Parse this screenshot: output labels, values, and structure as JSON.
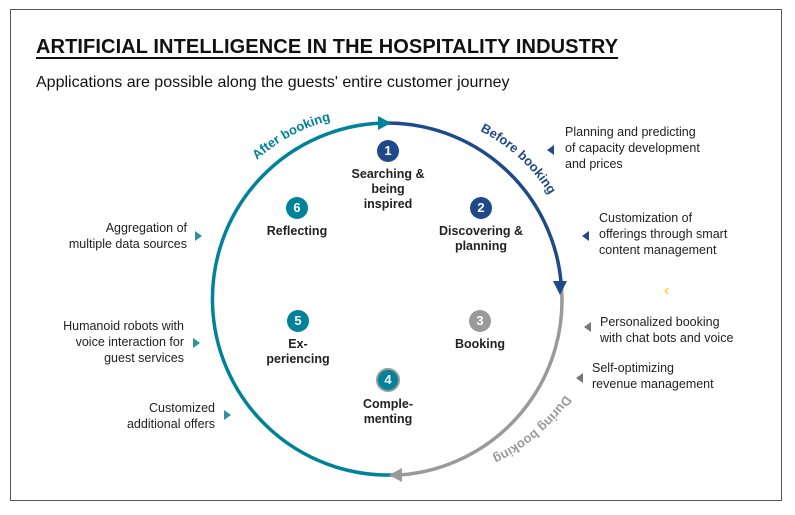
{
  "title": "ARTIFICIAL INTELLIGENCE IN THE HOSPITALITY INDUSTRY",
  "subtitle": "Applications are possible along the guests' entire customer journey",
  "arc_labels": {
    "after": "After booking",
    "before": "Before booking",
    "during": "During booking"
  },
  "colors": {
    "teal": "#00829b",
    "navy": "#1f4a8a",
    "grey": "#9a9a9a",
    "chevron": "#f2d200"
  },
  "stages": [
    {
      "num": "1",
      "label_lines": [
        "Searching &",
        "being",
        "inspired"
      ]
    },
    {
      "num": "2",
      "label_lines": [
        "Discovering &",
        "planning"
      ]
    },
    {
      "num": "3",
      "label_lines": [
        "Booking"
      ]
    },
    {
      "num": "4",
      "label_lines": [
        "Comple-",
        "menting"
      ]
    },
    {
      "num": "5",
      "label_lines": [
        "Ex-",
        "periencing"
      ]
    },
    {
      "num": "6",
      "label_lines": [
        "Reflecting"
      ]
    }
  ],
  "right_notes": [
    [
      "Planning and predicting",
      "of capacity development",
      "and prices"
    ],
    [
      "Customization of",
      "offerings through smart",
      "content management"
    ],
    [
      "Personalized booking",
      "with chat bots and voice"
    ],
    [
      "Self-optimizing",
      "revenue management"
    ]
  ],
  "left_notes": [
    [
      "Aggregation of",
      "multiple data sources"
    ],
    [
      "Humanoid robots with",
      "voice interaction for",
      "guest services"
    ],
    [
      "Customized",
      "additional offers"
    ]
  ],
  "chevron_glyph": "‹"
}
